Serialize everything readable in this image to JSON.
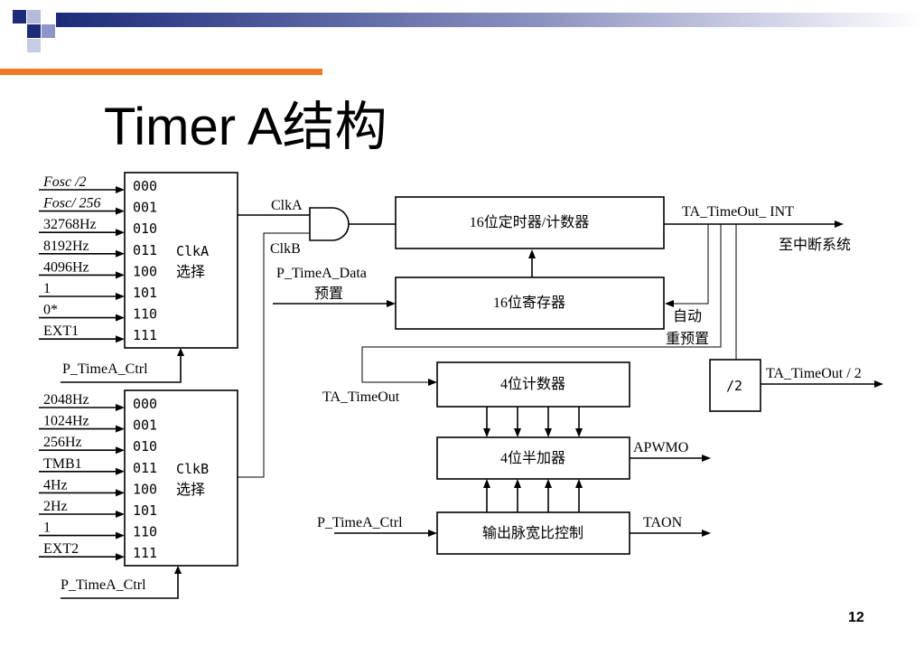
{
  "slide": {
    "title": "Timer A结构",
    "page_number": "12"
  },
  "diagram": {
    "clka_inputs": [
      "Fosc /2",
      "Fosc/ 256",
      "32768Hz",
      "8192Hz",
      "4096Hz",
      "1",
      "0*",
      "EXT1"
    ],
    "clka_codes": [
      "000",
      "001",
      "010",
      "011",
      "100",
      "101",
      "110",
      "111"
    ],
    "clka_label_1": "ClkA",
    "clka_label_2": "选择",
    "clka_ctrl": "P_TimeA_Ctrl",
    "clkb_inputs": [
      "2048Hz",
      "1024Hz",
      "256Hz",
      "TMB1",
      "4Hz",
      "2Hz",
      "1",
      "EXT2"
    ],
    "clkb_codes": [
      "000",
      "001",
      "010",
      "011",
      "100",
      "101",
      "110",
      "111"
    ],
    "clkb_label_1": "ClkB",
    "clkb_label_2": "选择",
    "clkb_ctrl": "P_TimeA_Ctrl",
    "gate_in_a": "ClkA",
    "gate_in_b": "ClkB",
    "counter16": "16位定时器/计数器",
    "register16": "16位寄存器",
    "data_in_1": "P_TimeA_Data",
    "data_in_2": "预置",
    "timeout_int": "TA_TimeOut_ INT",
    "to_interrupt": "至中断系统",
    "reload_1": "自动",
    "reload_2": "重预置",
    "div2": "/2",
    "timeout_half": "TA_TimeOut / 2",
    "timeout": "TA_TimeOut",
    "counter4": "4位计数器",
    "adder4": "4位半加器",
    "apwmo": "APWMO",
    "pwm_ctrl_in": "P_TimeA_Ctrl",
    "pwm_ctrl": "输出脉宽比控制",
    "taon": "TAON"
  },
  "colors": {
    "header_blue": "#1c2b7a",
    "header_square_light": "#8e95c8",
    "accent_orange": "#f07820"
  }
}
